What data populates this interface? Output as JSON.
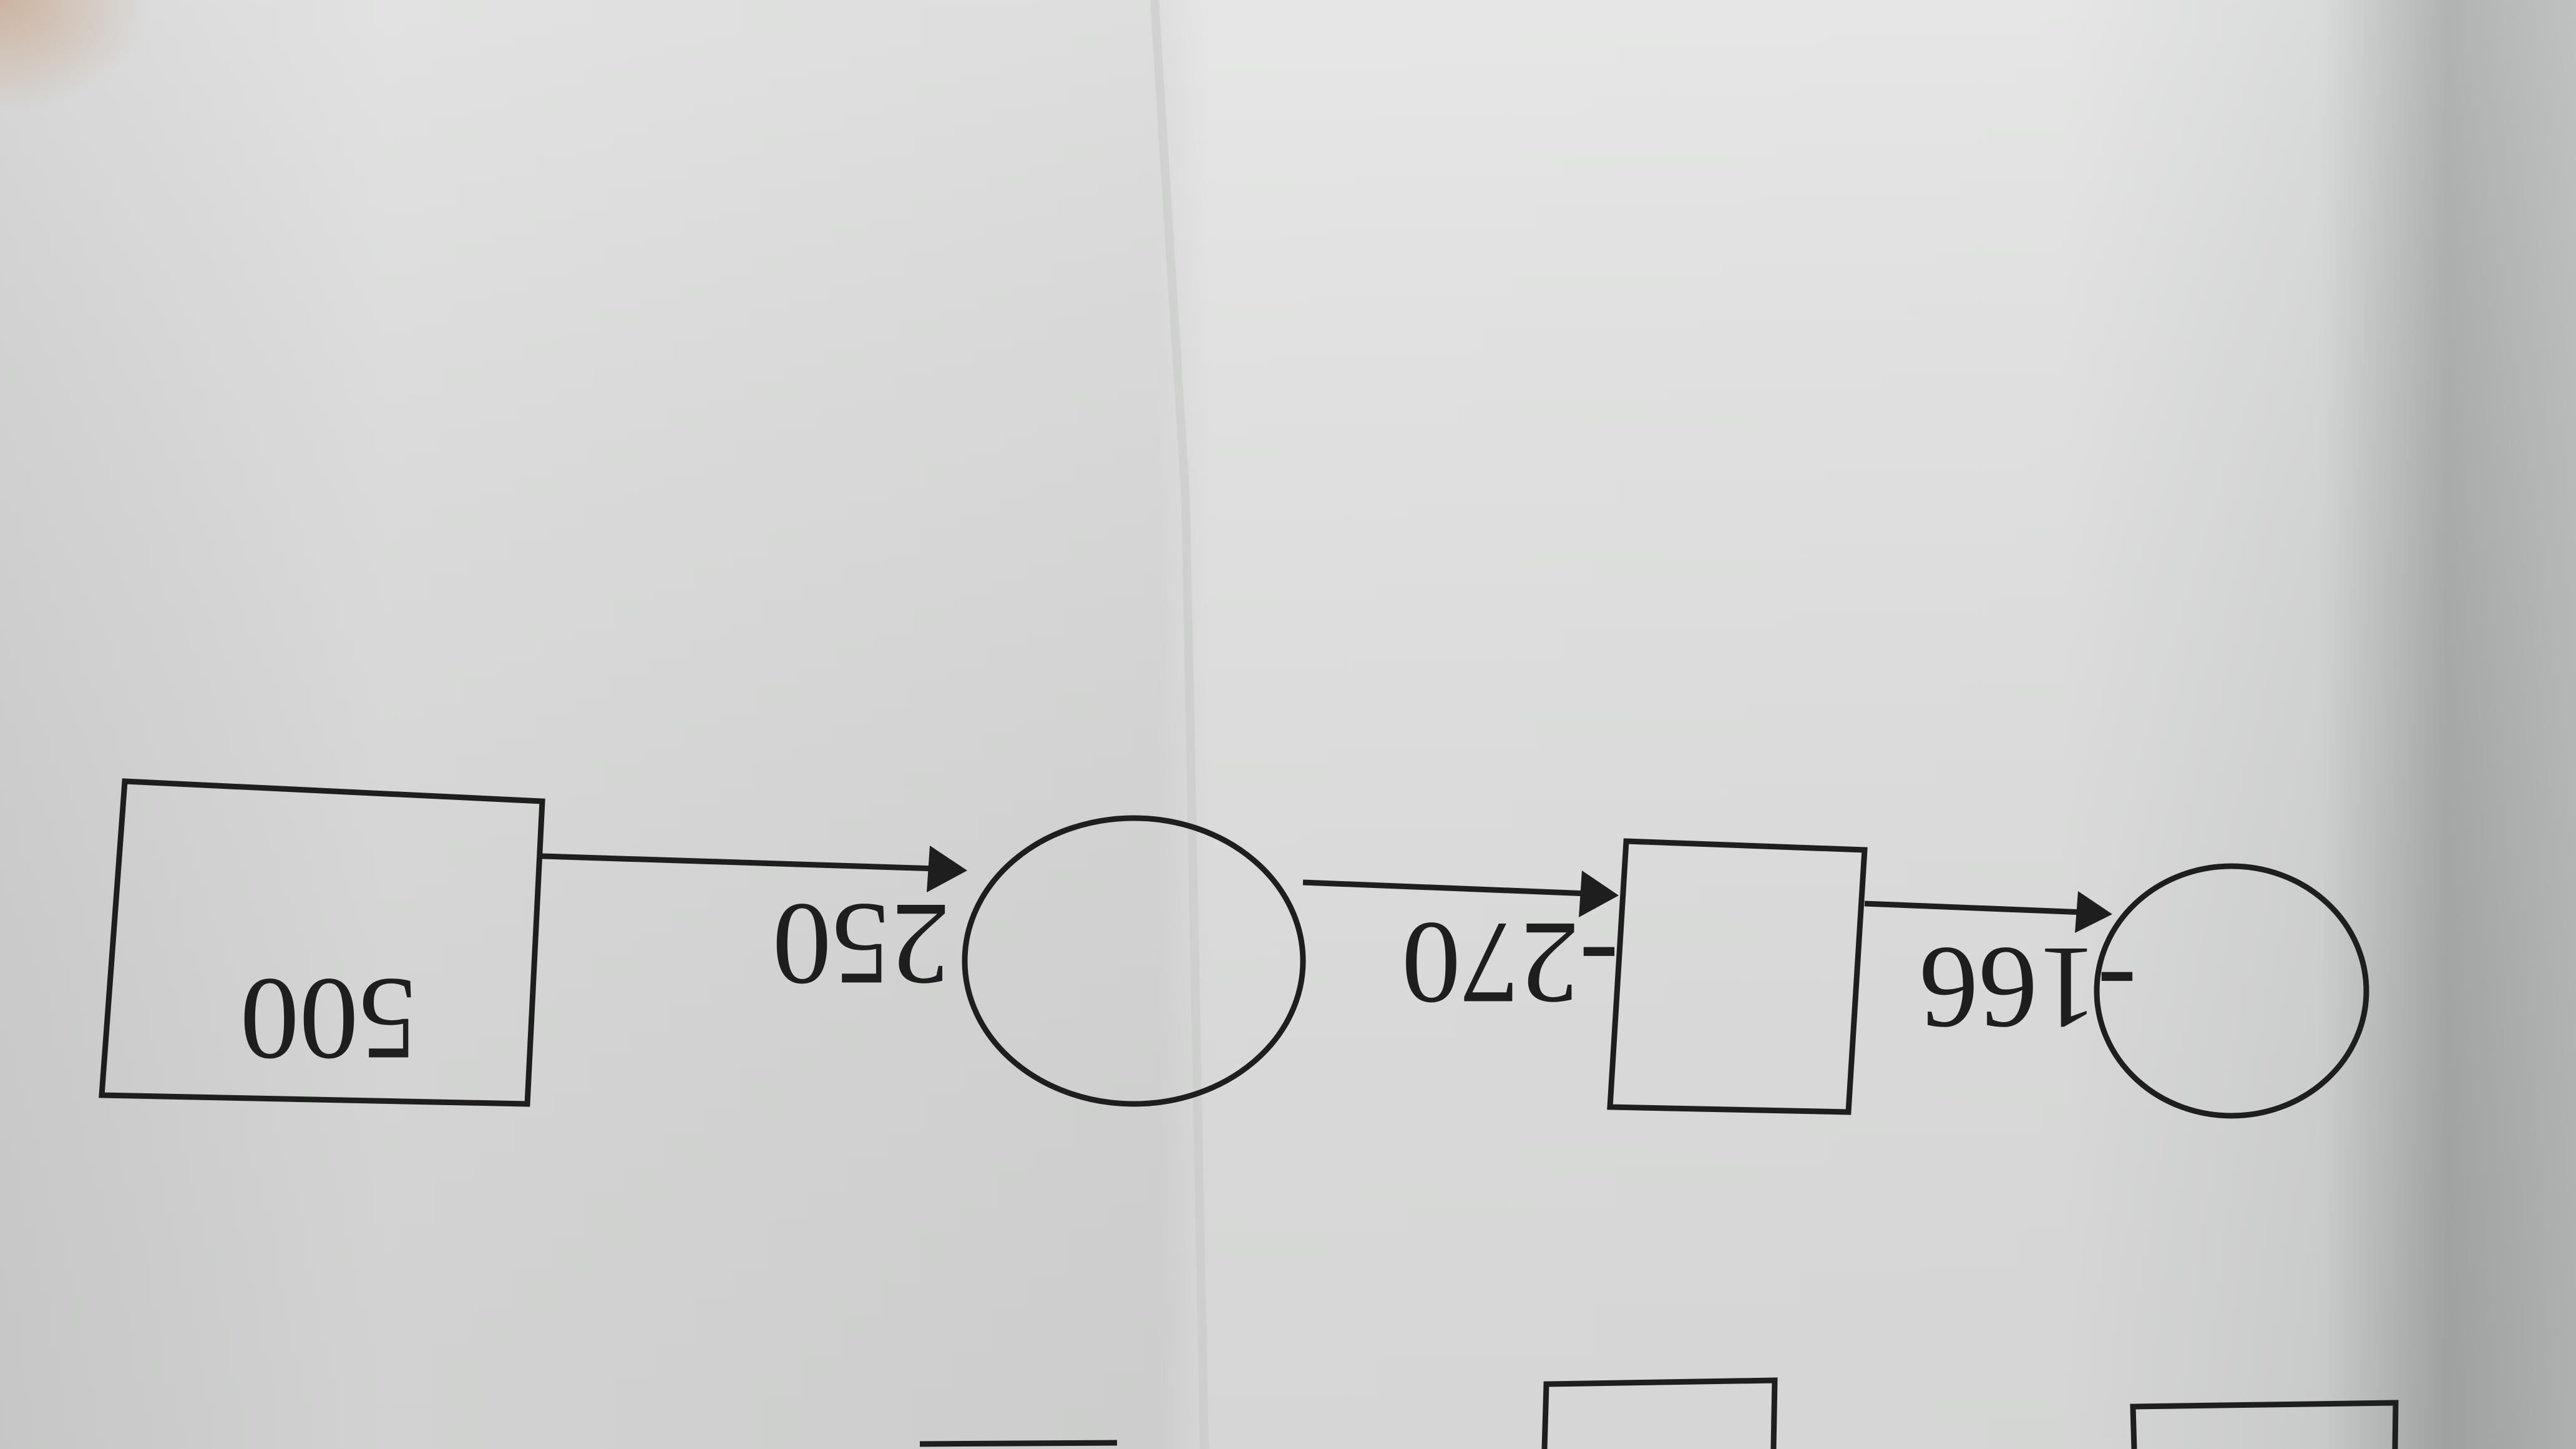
{
  "diagram": {
    "orientation": "upside-down photo of printed flow diagram",
    "nodes": [
      {
        "shape": "rectangle",
        "label": "500"
      },
      {
        "shape": "circle",
        "label": ""
      },
      {
        "shape": "rectangle",
        "label": ""
      },
      {
        "shape": "circle",
        "label": ""
      }
    ],
    "edges": [
      {
        "from": 0,
        "to": 1,
        "label": "250"
      },
      {
        "from": 1,
        "to": 2,
        "label": "-270"
      },
      {
        "from": 2,
        "to": 3,
        "label": "-166"
      }
    ],
    "colors": {
      "paper": "#dcdddc",
      "ink": "#1e1e1e",
      "shadow": "#9a9c9c"
    }
  }
}
